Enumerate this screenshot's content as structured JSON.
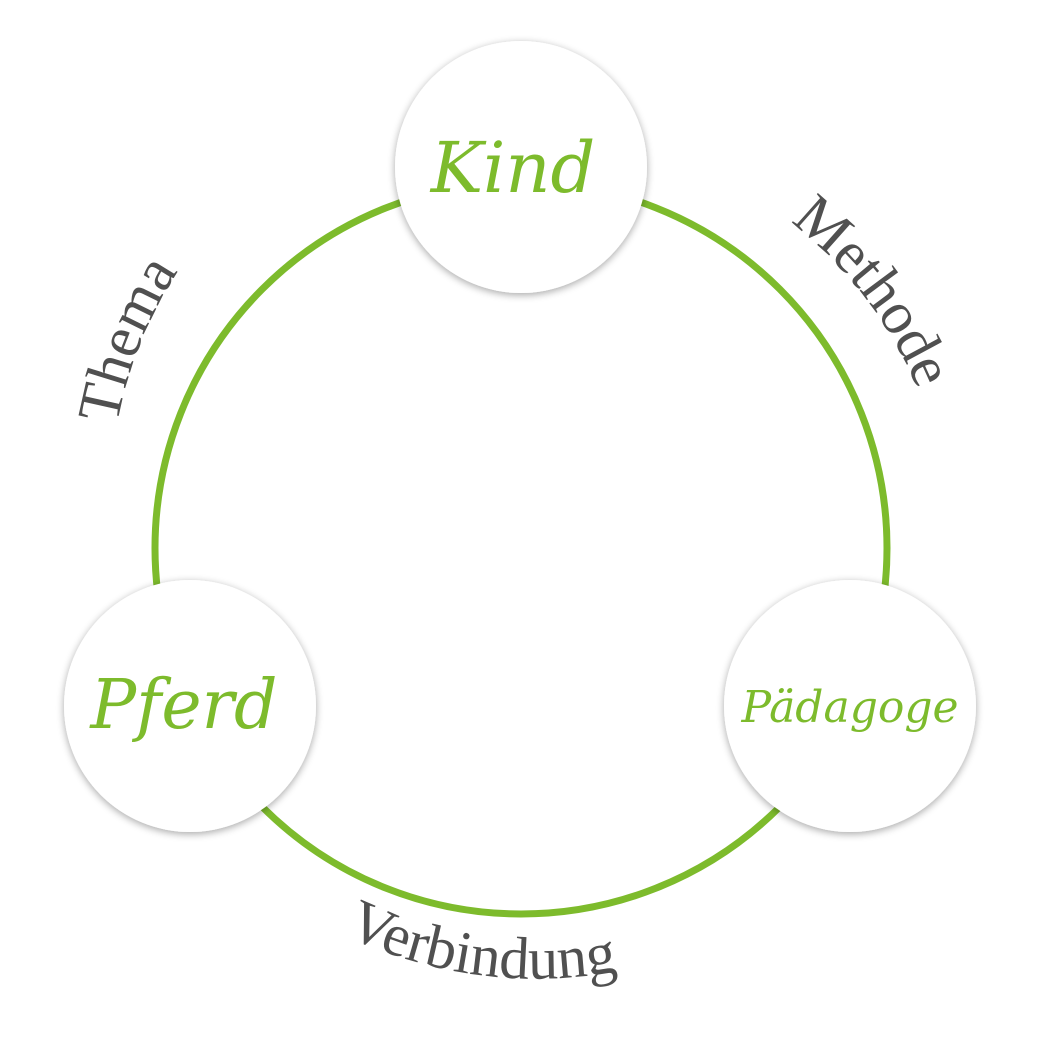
{
  "diagram": {
    "colors": {
      "ring": "#7dbb2c",
      "node_text": "#7dbb2c",
      "arc_text": "#505050",
      "node_fill": "#ffffff"
    },
    "nodes": {
      "top": {
        "label": "Kind"
      },
      "left": {
        "label": "Pferd"
      },
      "right": {
        "label": "Pädagoge"
      }
    },
    "arcs": {
      "left": {
        "label": "Thema"
      },
      "right": {
        "label": "Methode"
      },
      "bottom": {
        "label": "Verbindung"
      }
    }
  }
}
